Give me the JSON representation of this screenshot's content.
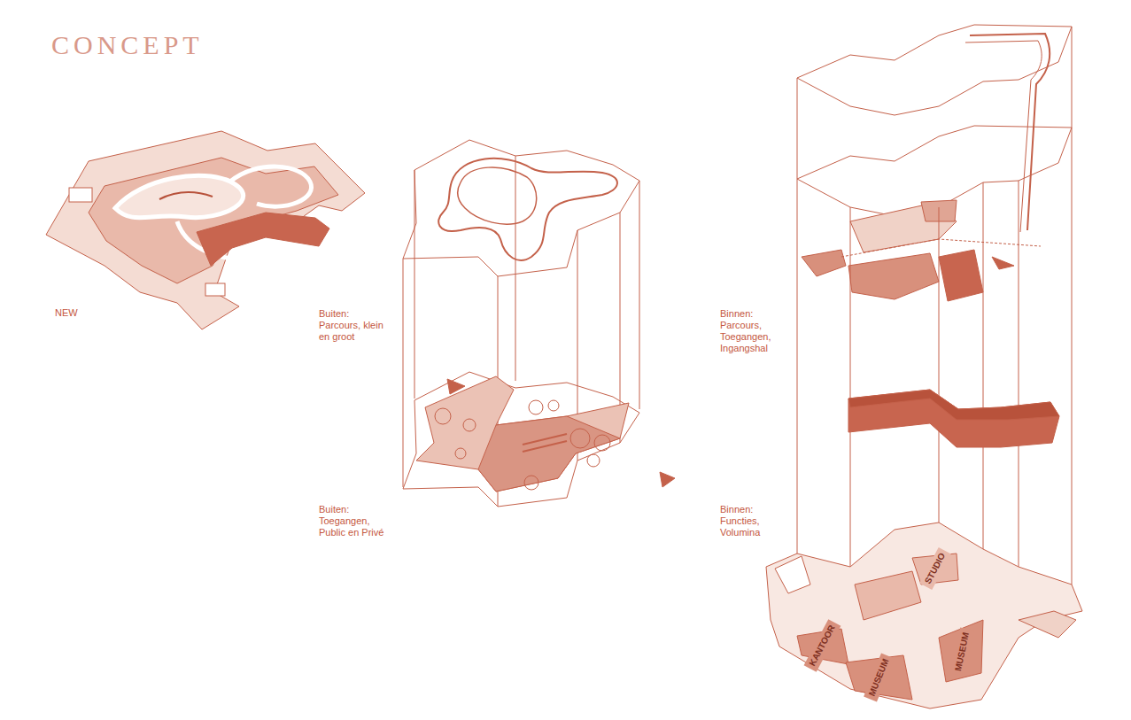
{
  "diagram": {
    "title": "CONCEPT",
    "nodes": [
      {
        "text": [
          "KANTOOR"
        ]
      },
      {
        "text": [
          "MUSEUM"
        ]
      },
      {
        "text": [
          "MUSEUM"
        ]
      },
      {
        "text": [
          "STUDIO"
        ]
      }
    ],
    "labels": [
      "NEW",
      "Buiten: Parcours, klein en groot",
      "Buiten: Toegangen, Public en Privé",
      "Binnen: Parcours, Toegangen, Ingangshal",
      "Binnen: Functies, Volumina"
    ]
  }
}
